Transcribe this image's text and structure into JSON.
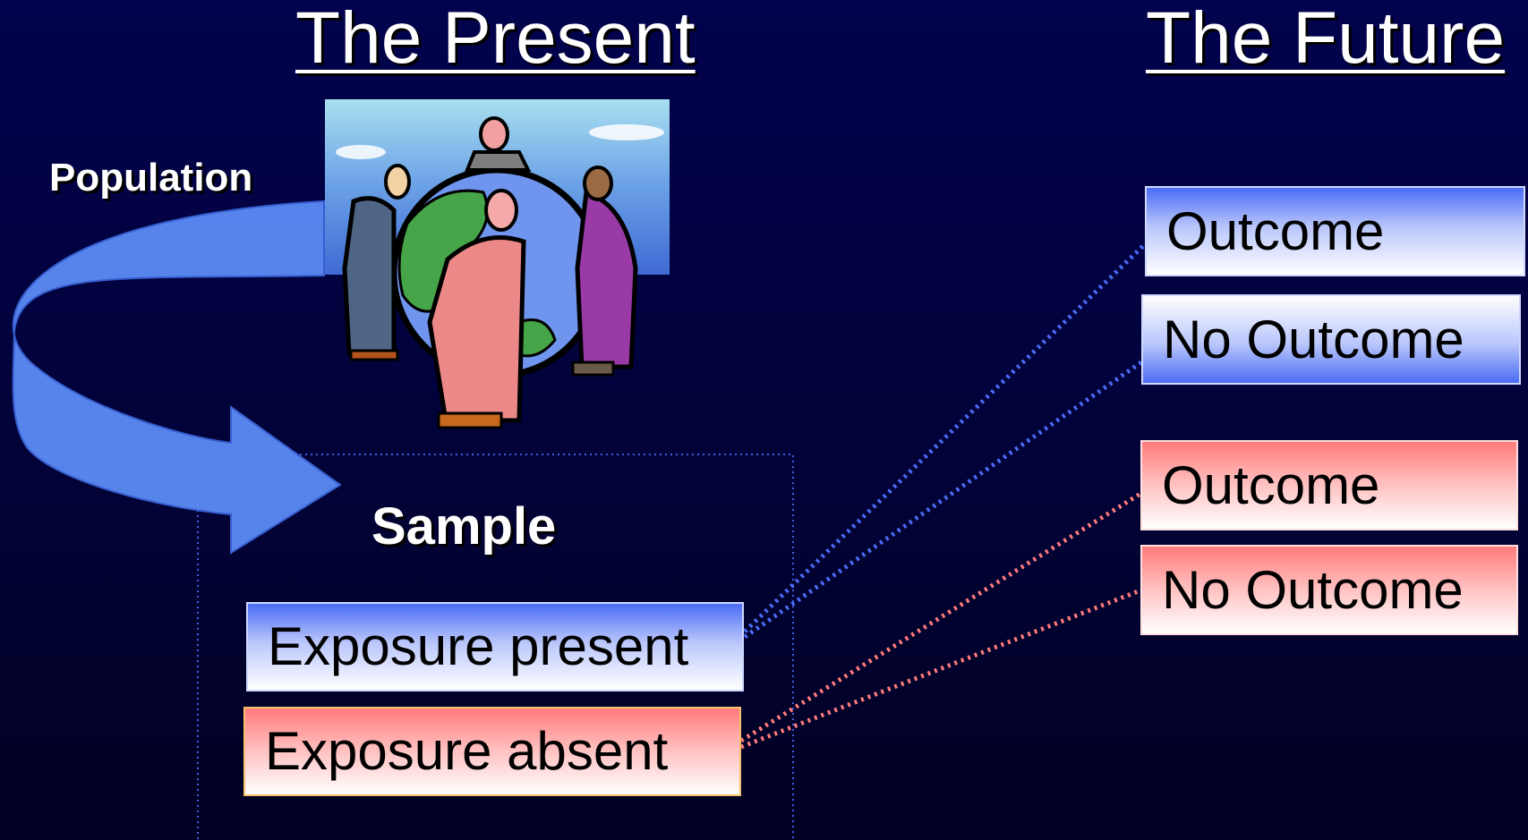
{
  "present_heading": "The Present",
  "future_heading": "The Future",
  "population_label": "Population",
  "sample_label": "Sample",
  "exposure": {
    "present": "Exposure present",
    "absent": "Exposure absent"
  },
  "future": {
    "exposed_outcome": "Outcome",
    "exposed_no_outcome": "No Outcome",
    "unexposed_outcome": "Outcome",
    "unexposed_no_outcome": "No Outcome"
  },
  "colors": {
    "blue_branch": "#4b6cf6",
    "red_branch": "#ff7b7b",
    "arrow": "#5b8cf5"
  },
  "icons": {
    "population_clipart": "people-around-globe",
    "arrow": "curved-arrow"
  }
}
